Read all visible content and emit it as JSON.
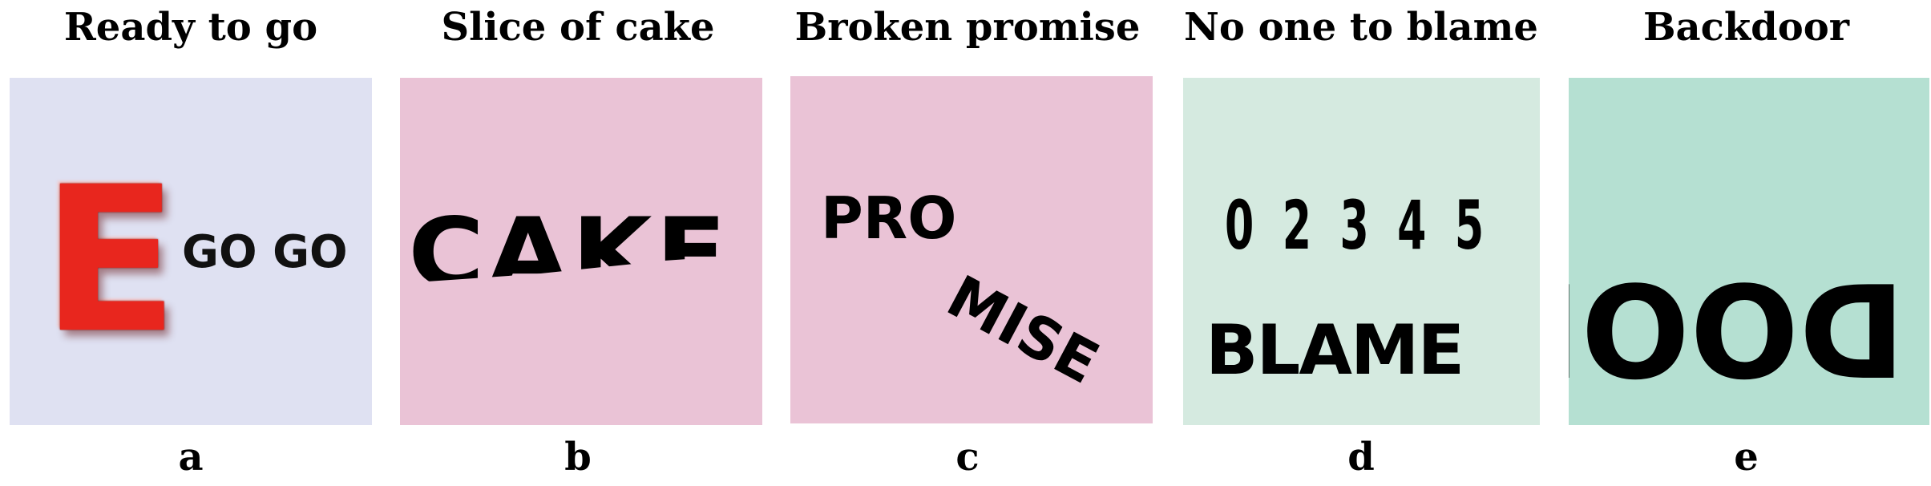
{
  "colors": {
    "panel_a_bg": "#dfe1f2",
    "panel_b_bg": "#eac3d6",
    "panel_c_bg": "#eac3d6",
    "panel_d_bg": "#d5eae0",
    "panel_e_bg": "#b5e0d2",
    "big_e_red": "#e8261e"
  },
  "panels": [
    {
      "title": "Ready to go",
      "letter": "a",
      "art": {
        "big_letter": "E",
        "words": "GO GO"
      }
    },
    {
      "title": "Slice of cake",
      "letter": "b",
      "art": {
        "word": "CAKE"
      }
    },
    {
      "title": "Broken promise",
      "letter": "c",
      "art": {
        "part1": "PRO",
        "part2": "MISE"
      }
    },
    {
      "title": "No one to blame",
      "letter": "d",
      "art": {
        "numbers": "0 2 3 4 5",
        "word": "BLAME"
      }
    },
    {
      "title": "Backdoor",
      "letter": "e",
      "art": {
        "word": "DOOR"
      }
    }
  ]
}
